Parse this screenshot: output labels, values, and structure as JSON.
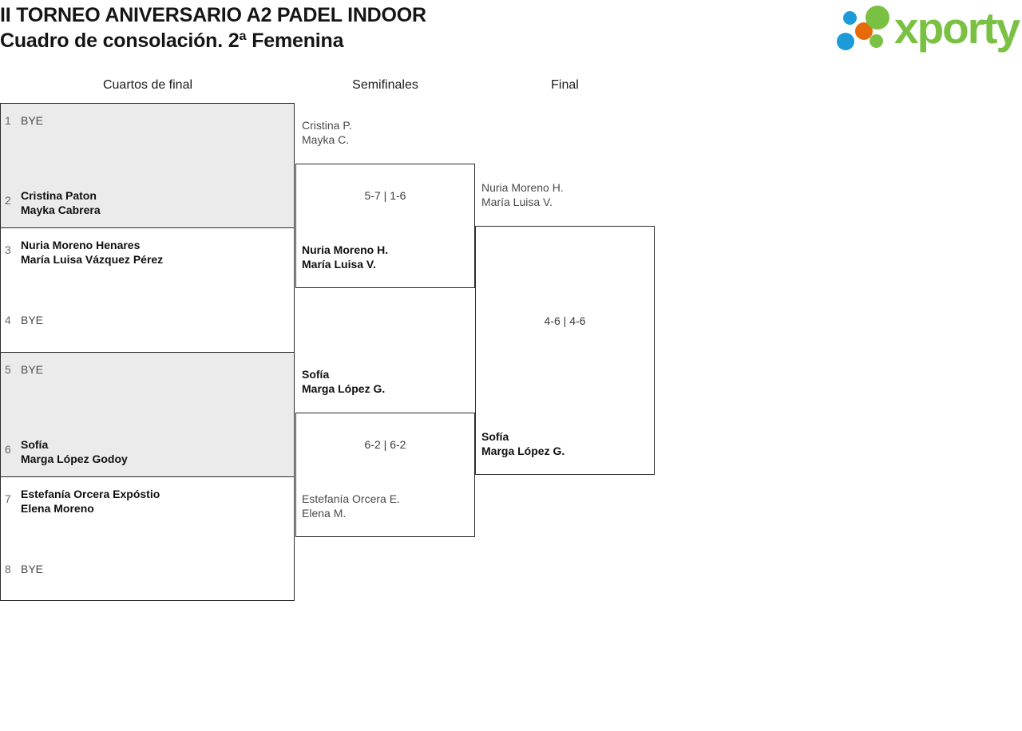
{
  "header": {
    "title_line1": "II TORNEO ANIVERSARIO A2 PADEL INDOOR",
    "title_line2": "Cuadro de consolación. 2ª Femenina"
  },
  "logo": {
    "wordmark": "xporty",
    "colors": {
      "green": "#7ac143",
      "blue": "#1d9bd8",
      "orange": "#e8690a"
    }
  },
  "columns": [
    {
      "label": "Cuartos de final"
    },
    {
      "label": "Semifinales"
    },
    {
      "label": "Final"
    }
  ],
  "round1": {
    "slots": [
      {
        "seed": "1",
        "bye": true,
        "bye_label": "BYE",
        "line1": "",
        "line2": "",
        "shaded": true
      },
      {
        "seed": "2",
        "bye": false,
        "bye_label": "",
        "line1": "Cristina Paton",
        "line2": "Mayka Cabrera",
        "shaded": true
      },
      {
        "seed": "3",
        "bye": false,
        "bye_label": "",
        "line1": "Nuria Moreno Henares",
        "line2": "María Luisa Vázquez Pérez",
        "shaded": false
      },
      {
        "seed": "4",
        "bye": true,
        "bye_label": "BYE",
        "line1": "",
        "line2": "",
        "shaded": false
      },
      {
        "seed": "5",
        "bye": true,
        "bye_label": "BYE",
        "line1": "",
        "line2": "",
        "shaded": true
      },
      {
        "seed": "6",
        "bye": false,
        "bye_label": "",
        "line1": "Sofía",
        "line2": "Marga López Godoy",
        "shaded": true
      },
      {
        "seed": "7",
        "bye": false,
        "bye_label": "",
        "line1": "Estefanía Orcera Expóstio",
        "line2": "Elena Moreno",
        "shaded": false
      },
      {
        "seed": "8",
        "bye": true,
        "bye_label": "BYE",
        "line1": "",
        "line2": "",
        "shaded": false
      }
    ]
  },
  "semifinals": [
    {
      "top_line1": "Cristina P.",
      "top_line2": "Mayka C.",
      "top_result": "loser",
      "score": "5-7 | 1-6",
      "bottom_line1": "Nuria Moreno H.",
      "bottom_line2": "María Luisa V.",
      "bottom_result": "winner"
    },
    {
      "top_line1": "Sofía",
      "top_line2": "Marga López G.",
      "top_result": "winner",
      "score": "6-2 | 6-2",
      "bottom_line1": "Estefanía Orcera E.",
      "bottom_line2": "Elena M.",
      "bottom_result": "loser"
    }
  ],
  "final": {
    "top_line1": "Nuria Moreno H.",
    "top_line2": "María Luisa V.",
    "top_result": "loser",
    "score": "4-6 | 4-6",
    "bottom_line1": "Sofía",
    "bottom_line2": "Marga López G.",
    "bottom_result": "winner"
  }
}
